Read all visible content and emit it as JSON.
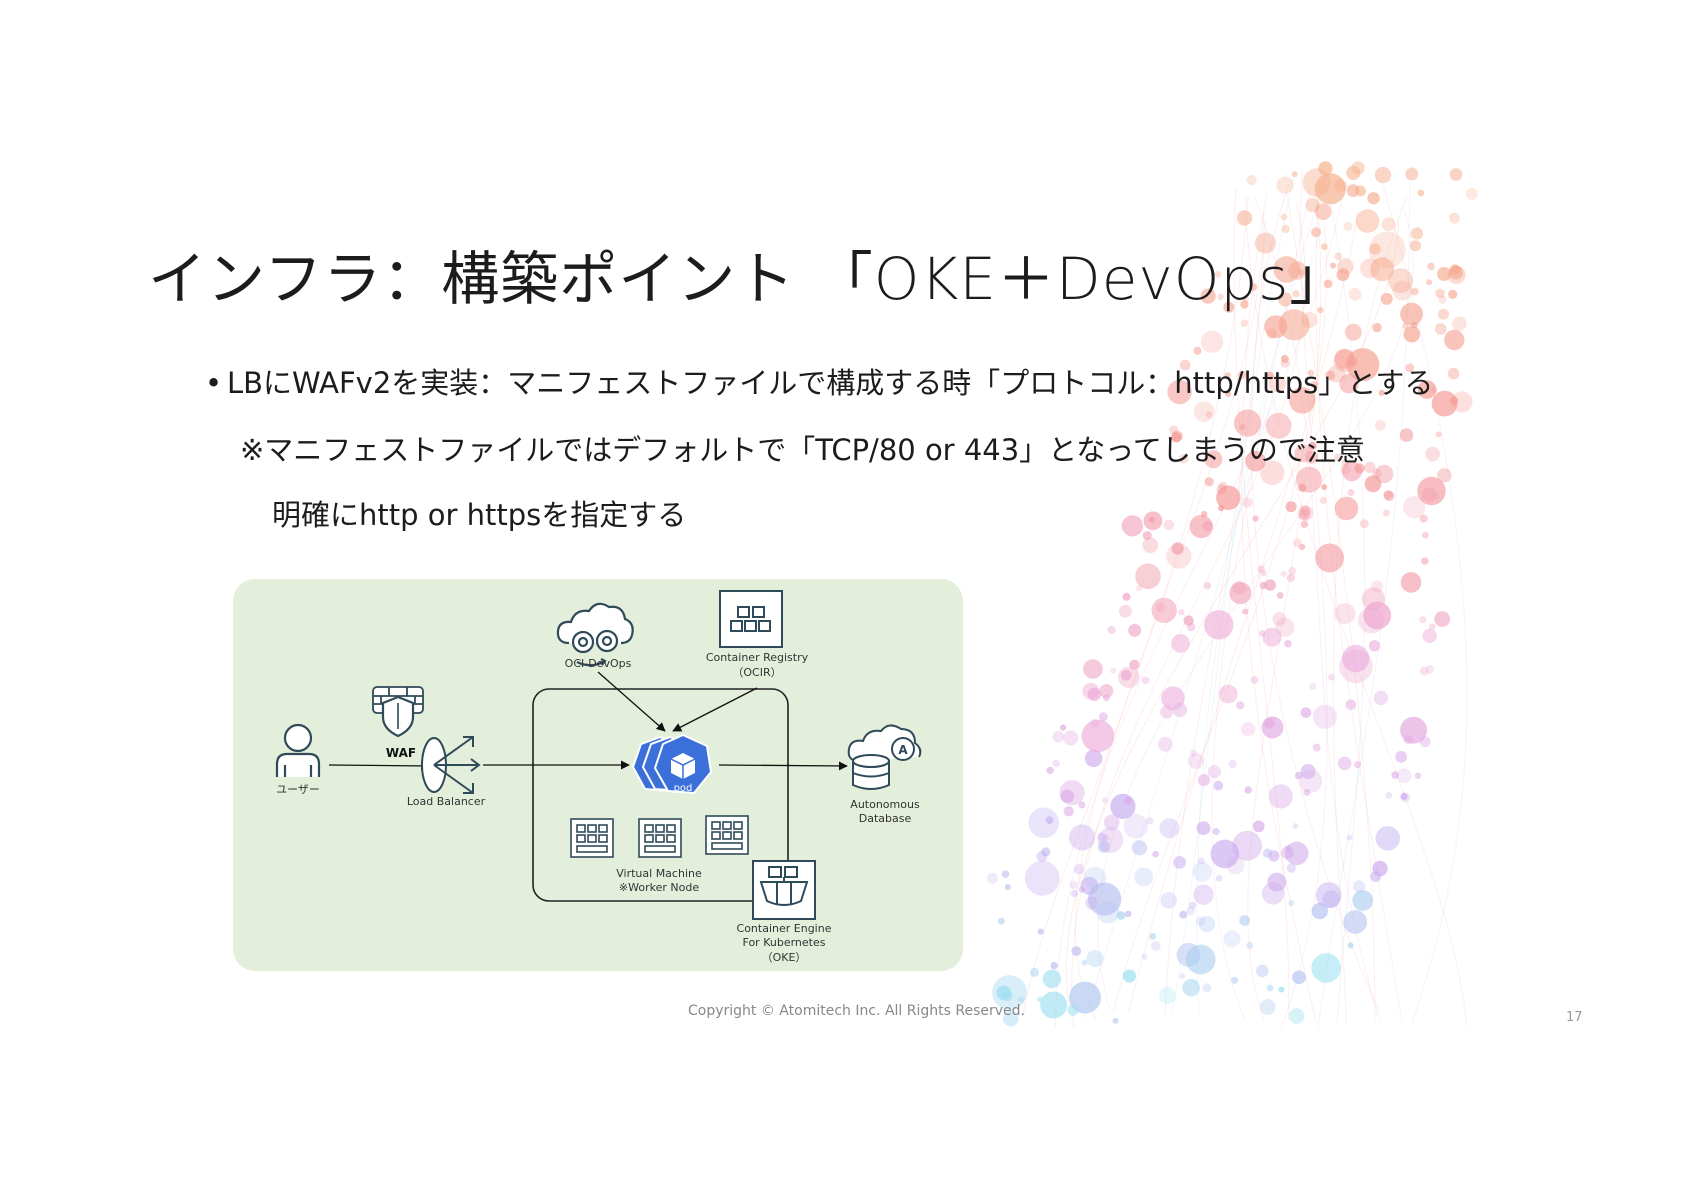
{
  "slide": {
    "title": "インフラ：構築ポイント 「OKE＋DevOps」",
    "bullet": "LBにWAFv2を実装：マニフェストファイルで構成する時「プロトコル：http/https」とする",
    "note_line1": "※マニフェストファイルではデフォルトで「TCP/80 or 443」となってしまうので注意",
    "note_line2": "明確にhttp or httpsを指定する",
    "copyright": "Copyright © Atomitech Inc. All Rights Reserved.",
    "page_number": "17"
  },
  "diagram": {
    "user_label": "ユーザー",
    "waf_label": "WAF",
    "lb_label": "Load Balancer",
    "devops_label": "OCI-DevOps",
    "registry_label_1": "Container Registry",
    "registry_label_2": "（OCIR）",
    "pod_label": "pod",
    "vm_label_1": "Virtual Machine",
    "vm_label_2": "※Worker Node",
    "oke_label_1": "Container Engine",
    "oke_label_2": "For Kubernetes",
    "oke_label_3": "（OKE）",
    "adb_label_1": "Autonomous",
    "adb_label_2": "Database"
  },
  "colors": {
    "panel": "#e3eedb",
    "icon_stroke": "#2f4a58",
    "pod_blue": "#3b6fd9"
  }
}
